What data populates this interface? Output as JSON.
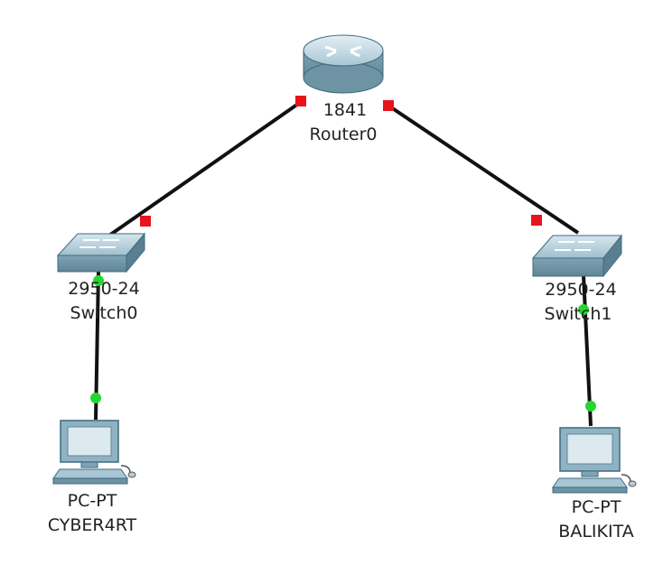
{
  "colors": {
    "link": "#111111",
    "port_down": "#e8141c",
    "port_up": "#26d630",
    "device_body": "#8fb3c3",
    "device_edge": "#3f6a7d"
  },
  "devices": {
    "router": {
      "model": "1841",
      "name": "Router0",
      "icon": "router-icon"
    },
    "switch0": {
      "model": "2950-24",
      "name": "Switch0",
      "icon": "switch-icon"
    },
    "switch1": {
      "model": "2950-24",
      "name": "Switch1",
      "icon": "switch-icon"
    },
    "pc0": {
      "model": "PC-PT",
      "name": "CYBER4RT",
      "icon": "pc-icon"
    },
    "pc1": {
      "model": "PC-PT",
      "name": "BALIKITA",
      "icon": "pc-icon"
    }
  },
  "links": [
    {
      "from": "Router0",
      "to": "Switch0",
      "status": "down"
    },
    {
      "from": "Router0",
      "to": "Switch1",
      "status": "down"
    },
    {
      "from": "Switch0",
      "to": "CYBER4RT",
      "status": "up"
    },
    {
      "from": "Switch1",
      "to": "BALIKITA",
      "status": "up"
    }
  ]
}
